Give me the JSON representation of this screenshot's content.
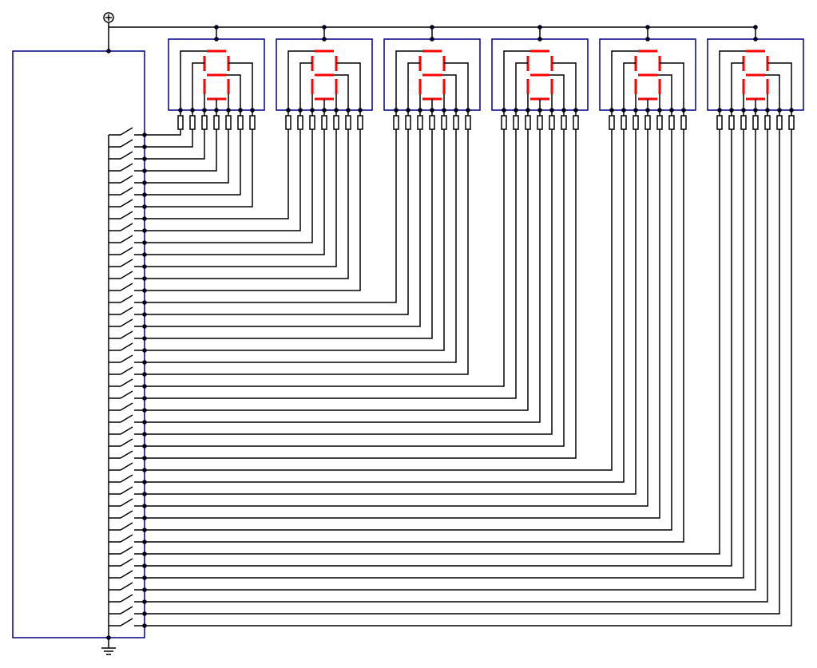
{
  "diagram": {
    "type": "circuit-schematic",
    "displays": 6,
    "segments_per_display": 7,
    "switches": 42,
    "symbols": {
      "supply": "plus-supply-icon",
      "ground": "ground-icon"
    },
    "colors": {
      "wire": "#000000",
      "box": "#000080",
      "segment": "#ff0000",
      "junction": "#000020"
    }
  }
}
